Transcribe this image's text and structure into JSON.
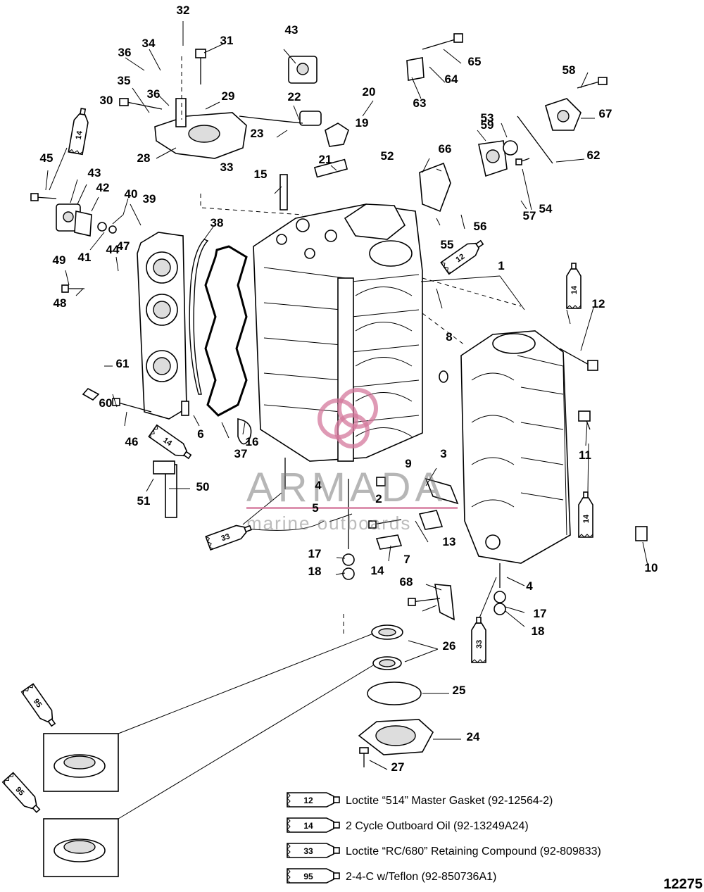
{
  "callouts": [
    "1",
    "2",
    "3",
    "4",
    "4",
    "5",
    "6",
    "7",
    "8",
    "9",
    "10",
    "11",
    "12",
    "13",
    "14",
    "15",
    "16",
    "17",
    "17",
    "18",
    "18",
    "19",
    "20",
    "21",
    "22",
    "23",
    "24",
    "25",
    "26",
    "27",
    "28",
    "29",
    "30",
    "31",
    "32",
    "33",
    "34",
    "35",
    "36",
    "36",
    "37",
    "38",
    "39",
    "40",
    "41",
    "42",
    "43",
    "43",
    "44",
    "45",
    "46",
    "47",
    "48",
    "49",
    "50",
    "51",
    "52",
    "53",
    "54",
    "55",
    "56",
    "57",
    "58",
    "59",
    "60",
    "61",
    "62",
    "63",
    "64",
    "65",
    "66",
    "67",
    "68"
  ],
  "tubes": [
    "14",
    "12",
    "14",
    "14",
    "14",
    "33",
    "33",
    "95",
    "95"
  ],
  "legend": [
    {
      "code": "12",
      "text": "Loctite “514” Master Gasket (92-12564-2)"
    },
    {
      "code": "14",
      "text": "2 Cycle Outboard Oil (92-13249A24)"
    },
    {
      "code": "33",
      "text": "Loctite “RC/680” Retaining Compound (92-809833)"
    },
    {
      "code": "95",
      "text": "2-4-C w/Teflon (92-850736A1)"
    }
  ],
  "diagram_number": "12275",
  "watermark": {
    "brand": "ARMADA",
    "tagline": "marine outboards",
    "color": "#d4789c"
  }
}
